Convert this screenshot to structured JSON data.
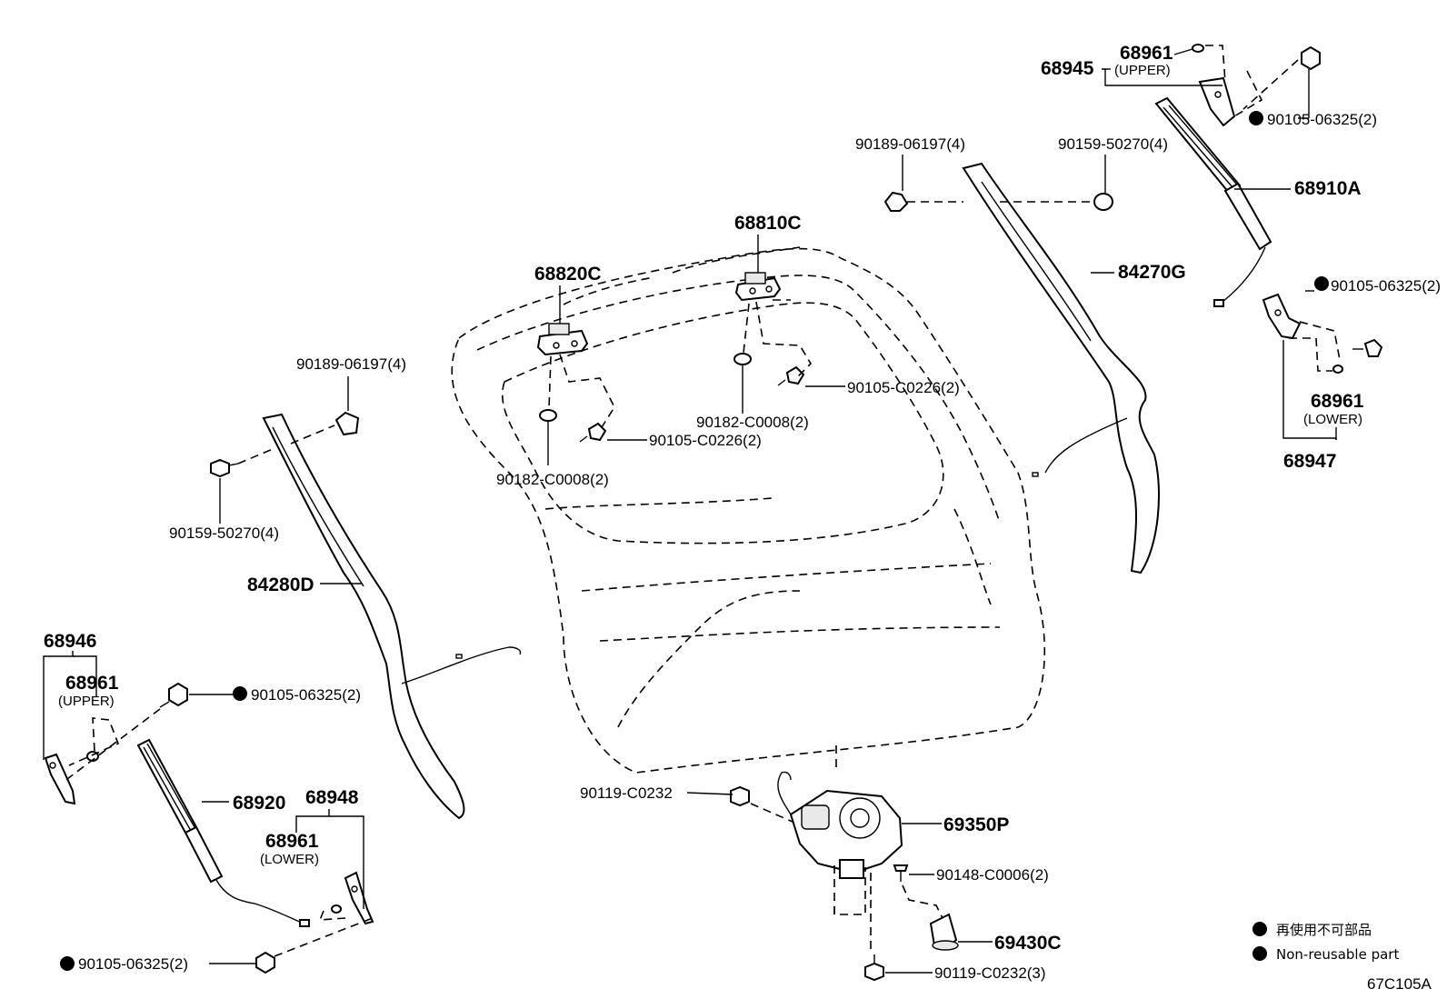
{
  "labels": {
    "p68961_ur": "68961",
    "upper_ur": "(UPPER)",
    "p68945": "68945",
    "p90105_ur": "90105-06325(2)",
    "p90189_r": "90189-06197(4)",
    "p90159_r": "90159-50270(4)",
    "p68910A": "68910A",
    "p84270G": "84270G",
    "p90105_r2": "90105-06325(2)",
    "p68961_lr": "68961",
    "lower_lr": "(LOWER)",
    "p68947": "68947",
    "p68810C": "68810C",
    "p68820C": "68820C",
    "p90105_c226_r": "90105-C0226(2)",
    "p90182_r": "90182-C0008(2)",
    "p90105_c226_l": "90105-C0226(2)",
    "p90182_l": "90182-C0008(2)",
    "p90189_l": "90189-06197(4)",
    "p90159_l": "90159-50270(4)",
    "p84280D": "84280D",
    "p68946": "68946",
    "p68961_ul": "68961",
    "upper_ul": "(UPPER)",
    "p90105_l1": "90105-06325(2)",
    "p68920": "68920",
    "p68948": "68948",
    "p68961_ll": "68961",
    "lower_ll": "(LOWER)",
    "p90105_l2": "90105-06325(2)",
    "p90119_c": "90119-C0232",
    "p69350P": "69350P",
    "p90148": "90148-C0006(2)",
    "p69430C": "69430C",
    "p90119_b": "90119-C0232(3)"
  },
  "legend": {
    "jp": "再使用不可部品",
    "en": "Non-reusable part"
  },
  "diagram_code": "67C105A"
}
